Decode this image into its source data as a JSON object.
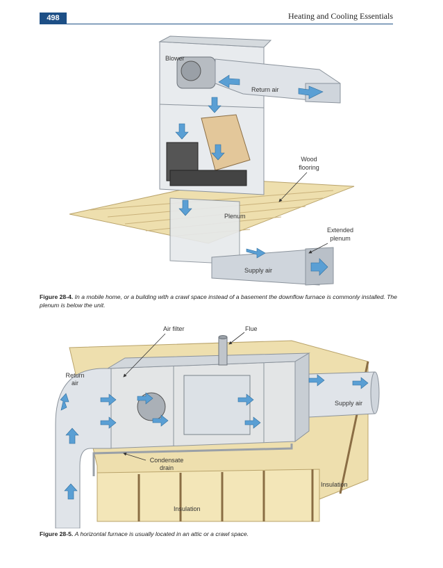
{
  "header": {
    "page_number": "498",
    "running_head": "Heating and Cooling Essentials",
    "accent_color": "#1d4f86"
  },
  "figure1": {
    "labels": {
      "blower": "Blower",
      "return_air": "Return air",
      "wood_flooring": "Wood flooring",
      "plenum": "Plenum",
      "extended_plenum": "Extended plenum",
      "supply_air": "Supply air"
    },
    "caption_number": "Figure 28-4.",
    "caption_text": "In a mobile home, or a building with a crawl space instead of a basement the downflow furnace is commonly installed. The plenum is below the unit."
  },
  "figure2": {
    "labels": {
      "air_filter": "Air filter",
      "flue": "Flue",
      "return_air": "Return air",
      "supply_air": "Supply air",
      "condensate_drain": "Condensate drain",
      "insulation_right": "Insulation",
      "insulation_bottom": "Insulation"
    },
    "caption_number": "Figure 28-5.",
    "caption_text": "A horizontal furnace is usually located in an attic or a crawl space."
  },
  "colors": {
    "arrow": "#5a9fd4",
    "wood": "#eedfae",
    "metal": "#e3e6ea",
    "duct": "#cfd5dc"
  }
}
